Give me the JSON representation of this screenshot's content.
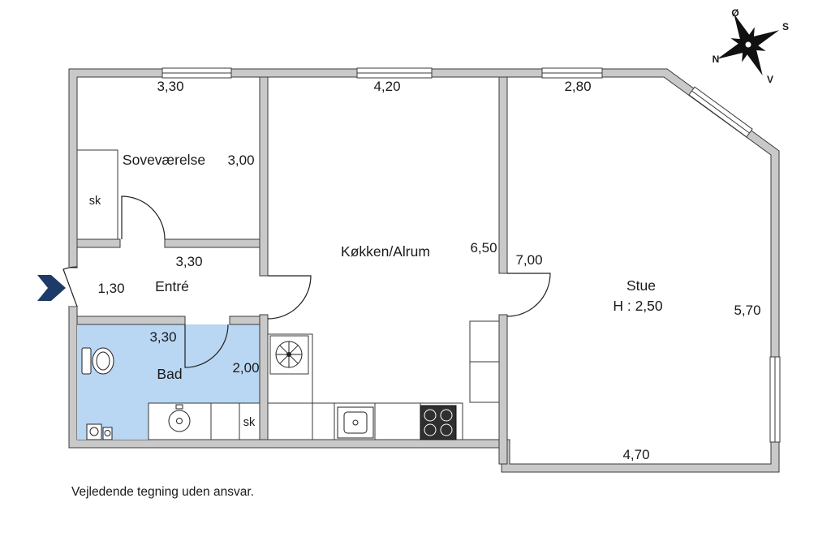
{
  "rooms": {
    "soevaerelse": "Soveværelse",
    "entre": "Entré",
    "bad": "Bad",
    "koekken": "Køkken/Alrum",
    "stue": "Stue",
    "stue_height": "H : 2,50"
  },
  "closets": {
    "soevaerelse_sk": "sk",
    "bad_sk": "sk"
  },
  "dims": {
    "soevaerelse_top": "3,30",
    "koekken_top": "4,20",
    "stue_top": "2,80",
    "soevaerelse_side": "3,00",
    "entre_top": "3,30",
    "entre_door": "1,30",
    "koekken_side": "6,50",
    "stue_wall": "7,00",
    "stue_side": "5,70",
    "bad_top": "3,30",
    "bad_side": "2,00",
    "stue_bottom": "4,70"
  },
  "compass": {
    "east": "Ø",
    "south": "S",
    "north": "N",
    "west": "V"
  },
  "footer": {
    "disclaimer": "Vejledende tegning uden ansvar."
  },
  "colors": {
    "wall_fill": "#c9c9c9",
    "wall_stroke": "#3a3a3a",
    "bath_fill": "#b9d6f2",
    "arrow_blue": "#1d3a69"
  }
}
